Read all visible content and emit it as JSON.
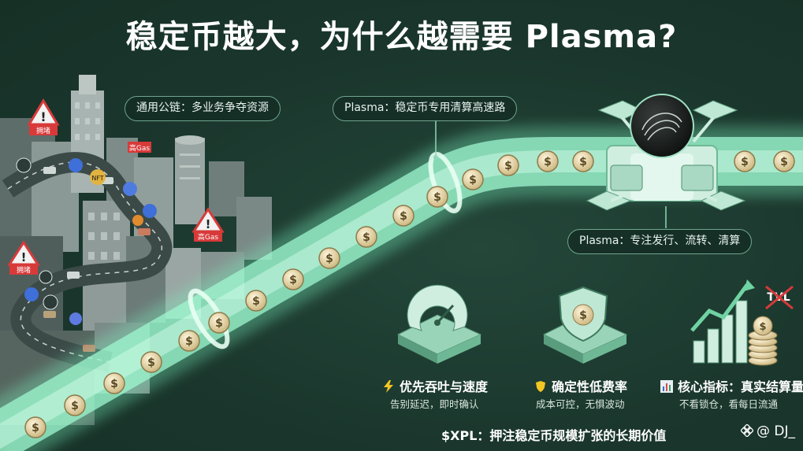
{
  "title": "稳定币越大，为什么越需要 Plasma?",
  "labels": {
    "general_chain": "通用公链：多业务争夺资源",
    "highway": "Plasma：稳定币专用清算高速路",
    "hub": "Plasma：专注发行、流转、清算"
  },
  "city": {
    "warn1": "拥堵",
    "warn2": "高Gas",
    "warn3": "高Gas",
    "warn4": "拥堵",
    "nft": "NFT"
  },
  "coin_symbol": "$",
  "tvl": "TVL",
  "features": [
    {
      "icon": "lightning-icon",
      "title": "优先吞吐与速度",
      "subtitle": "告别延迟，即时确认"
    },
    {
      "icon": "shield-icon",
      "title": "确定性低费率",
      "subtitle": "成本可控，无惧波动"
    },
    {
      "icon": "bar-chart-icon",
      "title": "核心指标：真实结算量",
      "subtitle": "不看锁仓，看每日流通"
    }
  ],
  "footer": "$XPL：押注稳定币规模扩张的长期价值",
  "handle": "@ DJ_",
  "colors": {
    "background": "#1c3b30",
    "glow": "#7cf2c0",
    "coin": "#e8d9b0",
    "warning": "#d83a3a"
  }
}
